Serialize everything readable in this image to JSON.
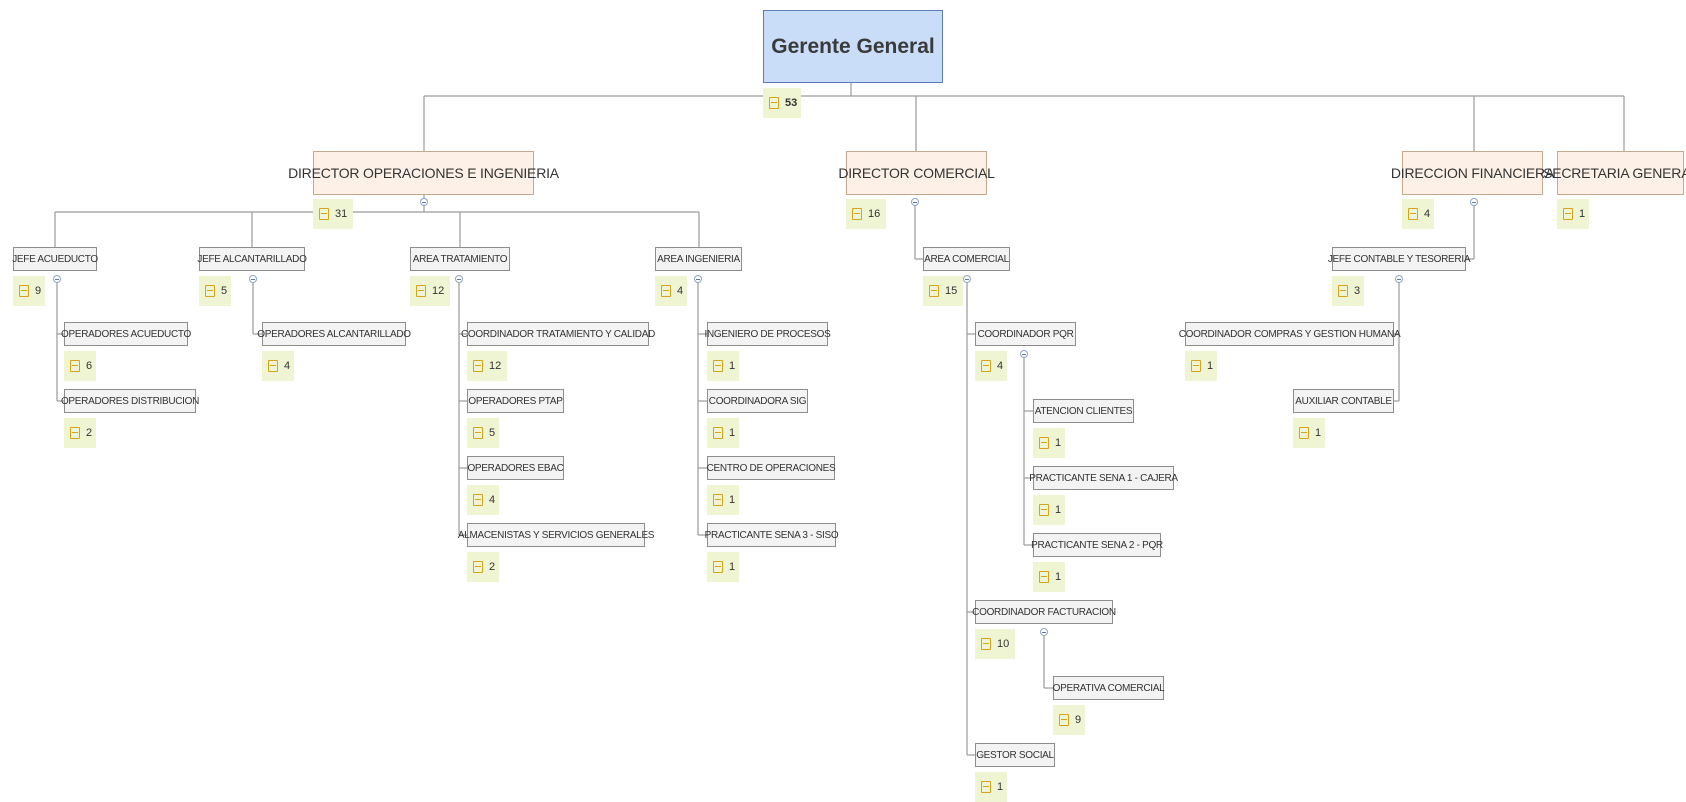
{
  "colors": {
    "root_fill": "#c9dcf8",
    "manager_fill": "#fdf1e7",
    "node_fill": "#f3f3f3",
    "badge_fill": "#eff4d2",
    "badge_icon": "#d8a21e",
    "connector": "#9a9a9a"
  },
  "org_chart": {
    "root": {
      "title": "Gerente General",
      "count": "53"
    },
    "nodes": [
      {
        "id": "dir-ops",
        "parent": "root",
        "title": "DIRECTOR OPERACIONES E INGENIERIA",
        "count": "31"
      },
      {
        "id": "dir-com",
        "parent": "root",
        "title": "DIRECTOR COMERCIAL",
        "count": "16"
      },
      {
        "id": "dir-fin",
        "parent": "root",
        "title": "DIRECCION FINANCIERA",
        "count": "4"
      },
      {
        "id": "sec-gen",
        "parent": "root",
        "title": "SECRETARIA GENERAL",
        "count": "1"
      },
      {
        "id": "jefe-acu",
        "parent": "dir-ops",
        "title": "JEFE ACUEDUCTO",
        "count": "9"
      },
      {
        "id": "jefe-alc",
        "parent": "dir-ops",
        "title": "JEFE ALCANTARILLADO",
        "count": "5"
      },
      {
        "id": "area-trat",
        "parent": "dir-ops",
        "title": "AREA TRATAMIENTO",
        "count": "12"
      },
      {
        "id": "area-ing",
        "parent": "dir-ops",
        "title": "AREA INGENIERIA",
        "count": "4"
      },
      {
        "id": "op-acu",
        "parent": "jefe-acu",
        "title": "OPERADORES ACUEDUCTO",
        "count": "6"
      },
      {
        "id": "op-dis",
        "parent": "jefe-acu",
        "title": "OPERADORES DISTRIBUCION",
        "count": "2"
      },
      {
        "id": "op-alc",
        "parent": "jefe-alc",
        "title": "OPERADORES ALCANTARILLADO",
        "count": "4"
      },
      {
        "id": "coord-trat",
        "parent": "area-trat",
        "title": "COORDINADOR TRATAMIENTO Y CALIDAD",
        "count": "12"
      },
      {
        "id": "op-ptap",
        "parent": "area-trat",
        "title": "OPERADORES PTAP",
        "count": "5"
      },
      {
        "id": "op-ebac",
        "parent": "area-trat",
        "title": "OPERADORES EBAC",
        "count": "4"
      },
      {
        "id": "almac",
        "parent": "area-trat",
        "title": "ALMACENISTAS Y SERVICIOS GENERALES",
        "count": "2"
      },
      {
        "id": "ing-proc",
        "parent": "area-ing",
        "title": "INGENIERO DE PROCESOS",
        "count": "1"
      },
      {
        "id": "coord-sig",
        "parent": "area-ing",
        "title": "COORDINADORA SIG",
        "count": "1"
      },
      {
        "id": "centro-op",
        "parent": "area-ing",
        "title": "CENTRO DE OPERACIONES",
        "count": "1"
      },
      {
        "id": "pract-3",
        "parent": "area-ing",
        "title": "PRACTICANTE SENA 3 - SISO",
        "count": "1"
      },
      {
        "id": "area-com",
        "parent": "dir-com",
        "title": "AREA COMERCIAL",
        "count": "15"
      },
      {
        "id": "coord-pqr",
        "parent": "area-com",
        "title": "COORDINADOR PQR",
        "count": "4"
      },
      {
        "id": "atencion",
        "parent": "coord-pqr",
        "title": "ATENCION CLIENTES",
        "count": "1"
      },
      {
        "id": "pract-1",
        "parent": "coord-pqr",
        "title": "PRACTICANTE SENA 1 - CAJERA",
        "count": "1"
      },
      {
        "id": "pract-2",
        "parent": "coord-pqr",
        "title": "PRACTICANTE SENA 2 - PQR",
        "count": "1"
      },
      {
        "id": "coord-fact",
        "parent": "area-com",
        "title": "COORDINADOR FACTURACION",
        "count": "10"
      },
      {
        "id": "op-com",
        "parent": "coord-fact",
        "title": "OPERATIVA COMERCIAL",
        "count": "9"
      },
      {
        "id": "gestor",
        "parent": "area-com",
        "title": "GESTOR SOCIAL",
        "count": "1"
      },
      {
        "id": "jefe-cont",
        "parent": "dir-fin",
        "title": "JEFE CONTABLE Y TESORERIA",
        "count": "3"
      },
      {
        "id": "coord-comp",
        "parent": "jefe-cont",
        "title": "COORDINADOR COMPRAS Y GESTION HUMANA",
        "count": "1"
      },
      {
        "id": "aux-cont",
        "parent": "jefe-cont",
        "title": "AUXILIAR CONTABLE",
        "count": "1"
      }
    ]
  }
}
